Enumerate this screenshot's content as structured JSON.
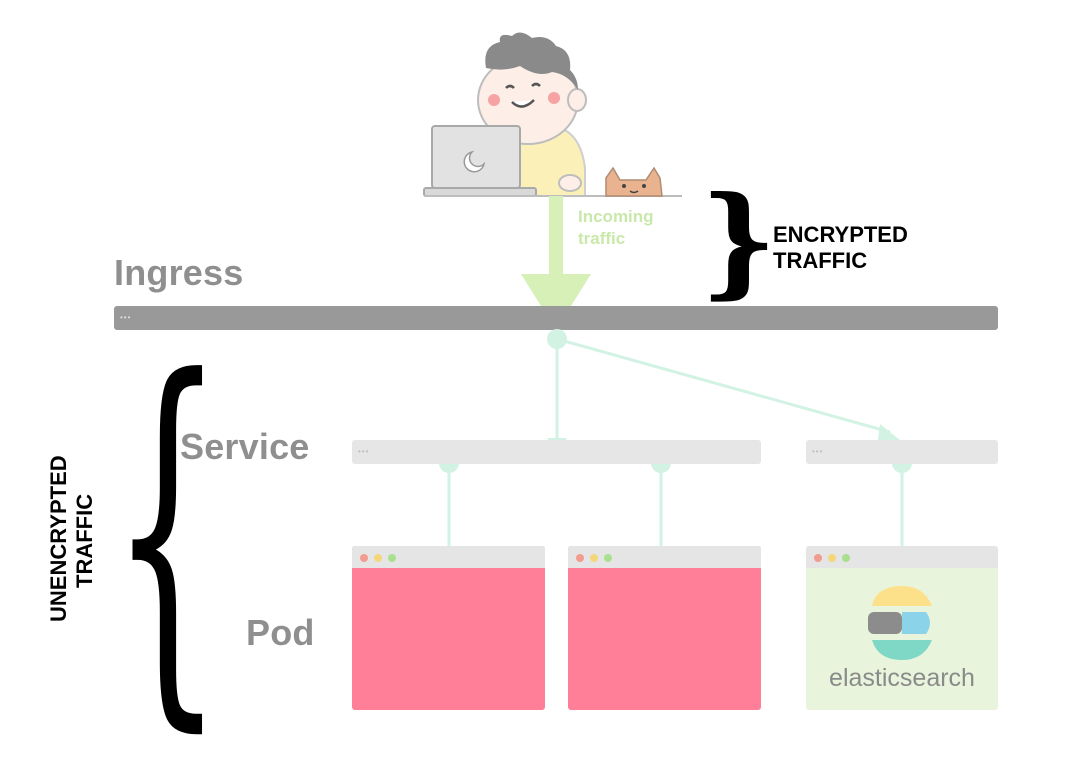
{
  "layers": {
    "ingress": "Ingress",
    "service": "Service",
    "pod": "Pod"
  },
  "incoming_traffic": "Incoming traffic",
  "encrypted_traffic": [
    "ENCRYPTED",
    "TRAFFIC"
  ],
  "unencrypted_traffic": [
    "UNENCRYPTED",
    "TRAFFIC"
  ],
  "elasticsearch_label": "elasticsearch",
  "colors": {
    "ingress_bar": "#999999",
    "service_bar": "#e6e6e6",
    "arrow_green": "#d6f0b8",
    "flow_mint": "#d2f2e4",
    "pod_pink": "#ff7f99",
    "pod_green": "#e8f5dc"
  },
  "icons": [
    "developer-illustration",
    "laptop-icon",
    "cat-icon",
    "elasticsearch-logo"
  ]
}
